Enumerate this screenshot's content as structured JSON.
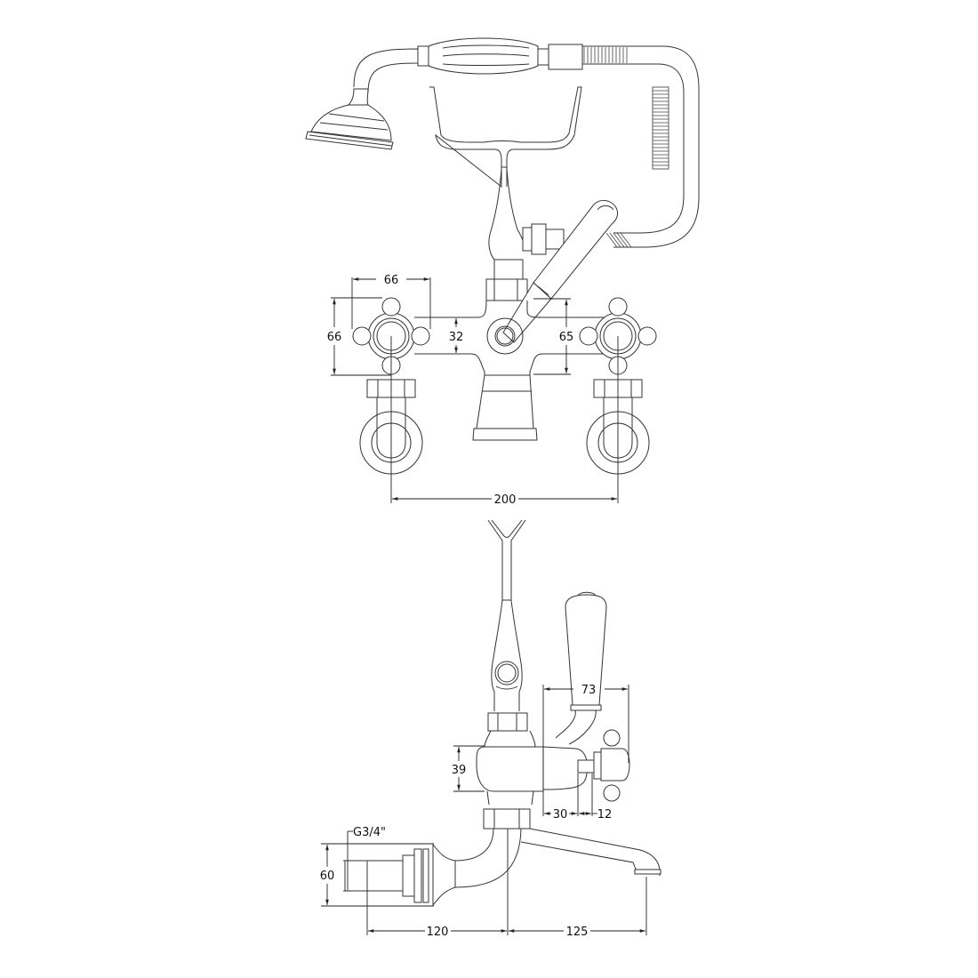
{
  "drawing": {
    "type": "technical-drawing",
    "subject": "bath shower mixer with handset",
    "views": [
      "front",
      "side"
    ]
  },
  "front_view": {
    "dimensions": {
      "handle_width": "66",
      "handle_height": "66",
      "body_height": "32",
      "center_height": "65",
      "centers": "200"
    }
  },
  "side_view": {
    "dimensions": {
      "lever_reach": "73",
      "body_height": "39",
      "offset_a": "30",
      "offset_b": "12",
      "thread": "G3/4\"",
      "inlet_height": "60",
      "wall_to_center": "120",
      "spout_projection": "125"
    }
  }
}
